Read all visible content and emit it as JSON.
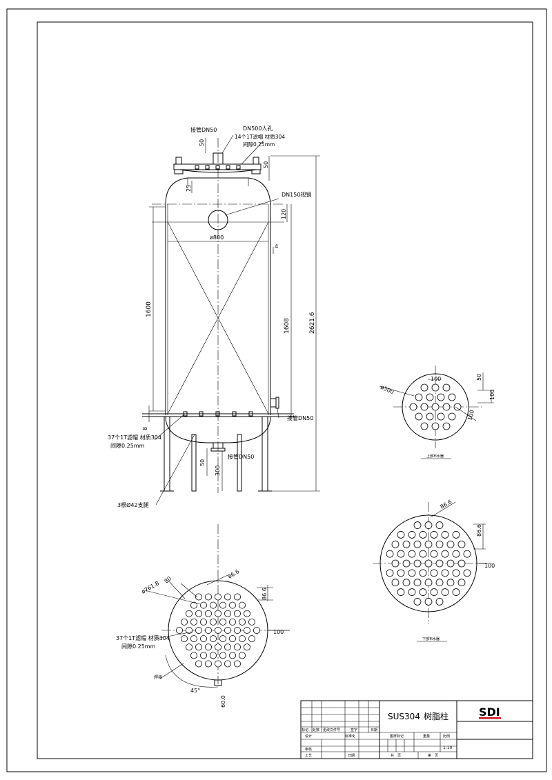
{
  "elevation": {
    "nozzle_top_label": "接管DN50",
    "manway_label": "DN500人孔",
    "top_cap_label": "14个1T滤帽 材质304",
    "top_gap_label": "间隙0.25mm",
    "sight_label": "DN150视镜",
    "side_nozzle_label": "接管DN50",
    "bottom_cap_label": "37个1T滤帽 材质304",
    "bottom_gap_label": "间隙0.25mm",
    "bottom_nozzle_label": "接管DN50",
    "legs_label": "3根Ø42支腿",
    "dim_50_top": "50",
    "dim_50_right": "50",
    "dim_25": "25",
    "dim_120": "120",
    "dim_dia": "ø800",
    "dim_4": "4",
    "dim_1600": "1600",
    "dim_1608": "1608",
    "dim_total": "2621.6",
    "dim_8": "8",
    "dim_50_bottom": "50",
    "dim_300": "300"
  },
  "upper_plate": {
    "title": "上部布水器",
    "dia": "ø500",
    "d100_top": "100",
    "d50": "50",
    "d100_right": "100",
    "d100_diag": "100"
  },
  "lower_plate": {
    "title": "下部布水器",
    "d866_a": "86.6",
    "d866_b": "86.6",
    "d100": "100"
  },
  "bottom_plate": {
    "dia": "ø761.8",
    "d80": "80",
    "d866_a": "86.6",
    "d866_b": "86.6",
    "d100": "100",
    "cap_label": "37个1T滤帽 材质304",
    "gap_label": "间隙0.25mm",
    "weld_label": "焊接",
    "angle": "45°",
    "d60": "60.0"
  },
  "title_block": {
    "material": "SUS304",
    "name": "树脂柱",
    "logo": "SDI",
    "h_mark": "标记",
    "h_count": "处数",
    "h_file": "更改文件号",
    "h_sign": "签字",
    "h_date": "日期",
    "design": "设计",
    "standard": "标准化",
    "stage": "图样标记",
    "weight": "重量",
    "scale_label": "比例",
    "scale": "1:10",
    "review": "审核",
    "process": "工艺",
    "date2": "日期",
    "total": "共　页",
    "page": "第　页"
  }
}
